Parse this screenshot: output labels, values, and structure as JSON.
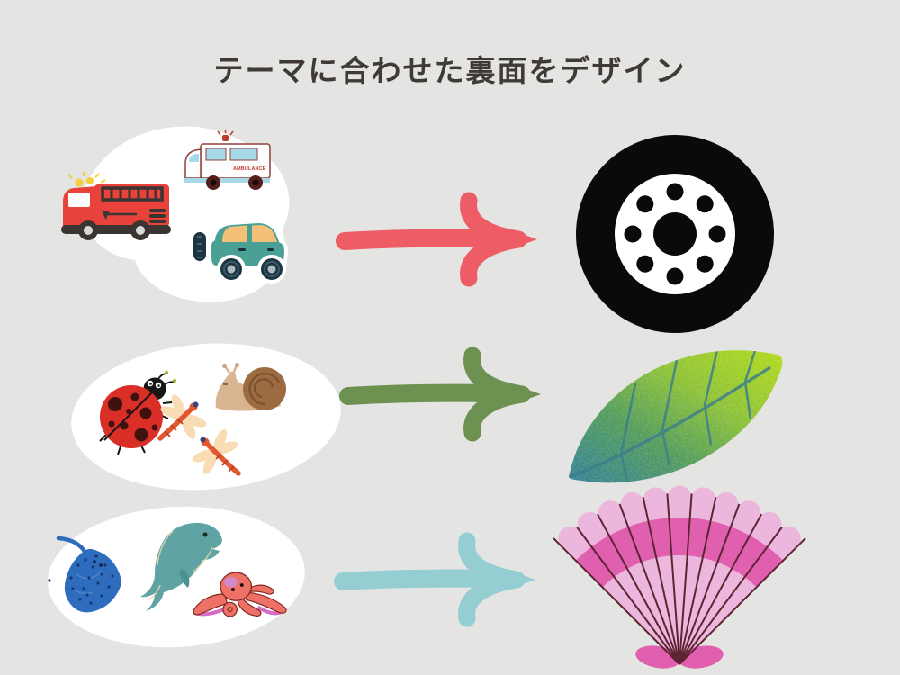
{
  "title": "テーマに合わせた裏面をデザイン",
  "labels": {
    "ambulance": "AMBULANCE"
  },
  "rows": [
    {
      "theme": "vehicles",
      "items": [
        "fire-truck",
        "ambulance",
        "jeep"
      ],
      "arrow_color": "#ee5d66",
      "back_design": "tire"
    },
    {
      "theme": "insects",
      "items": [
        "ladybug",
        "dragonfly",
        "dragonfly",
        "snail"
      ],
      "arrow_color": "#6d9150",
      "back_design": "leaf"
    },
    {
      "theme": "sea-creatures",
      "items": [
        "stingray",
        "dolphin",
        "octopus"
      ],
      "arrow_color": "#94cdd2",
      "back_design": "seashell"
    }
  ],
  "colors": {
    "background": "#e4e4e3",
    "title_text": "#3f3937",
    "blob_white": "#ffffff",
    "arrow_red": "#ee5d66",
    "arrow_green": "#6d9150",
    "arrow_teal": "#94cdd2",
    "tire_black": "#0a0a0a",
    "leaf_teal": "#2f7d93",
    "leaf_yellow_green": "#b5dc0f",
    "shell_light_pink": "#ecb7dc",
    "shell_dark_pink": "#e05fae",
    "shell_line_maroon": "#5d2431"
  }
}
